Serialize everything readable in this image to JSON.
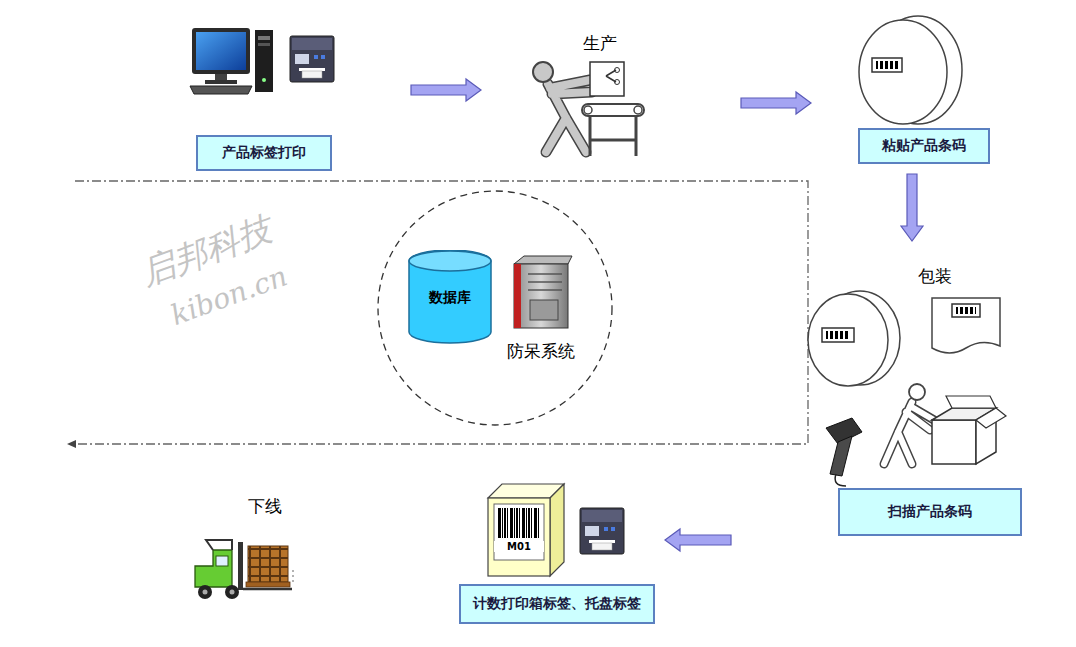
{
  "diagram": {
    "nodes": [
      {
        "text": [
          "产品标签打印"
        ]
      },
      {
        "text": [
          "生产"
        ]
      },
      {
        "text": [
          "粘贴产品条码"
        ]
      },
      {
        "text": [
          "包装"
        ]
      },
      {
        "text": [
          "扫描产品条码"
        ]
      },
      {
        "text": [
          "计数打印箱标签、托盘标签"
        ]
      },
      {
        "text": [
          "下线"
        ]
      },
      {
        "text": [
          "数据库"
        ]
      },
      {
        "text": [
          "防呆系统"
        ]
      }
    ],
    "edges": [
      {
        "from": 0,
        "to": 1,
        "arrow": "to"
      },
      {
        "from": 1,
        "to": 2,
        "arrow": "to"
      },
      {
        "from": 2,
        "to": 3,
        "arrow": "to"
      },
      {
        "from": 4,
        "to": 5,
        "arrow": "to"
      }
    ],
    "labels": [
      "启邦科技",
      "kibon.cn",
      "M01"
    ]
  }
}
